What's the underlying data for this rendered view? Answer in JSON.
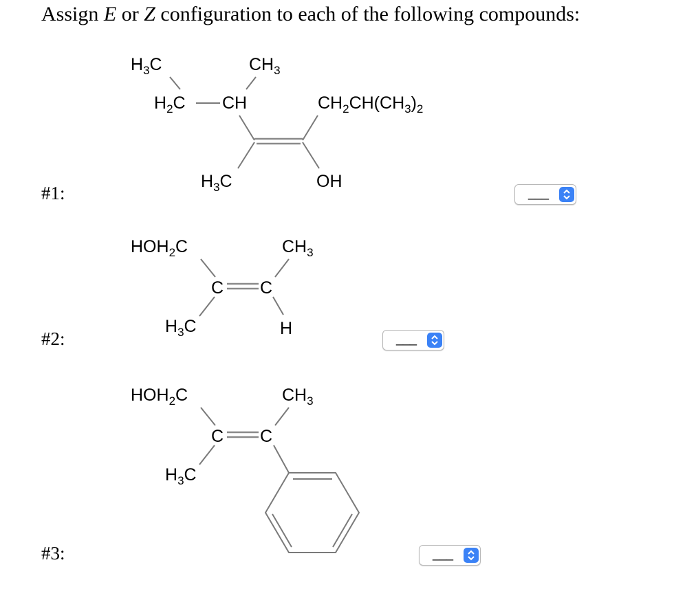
{
  "prompt": {
    "before_e": "Assign ",
    "e": "E",
    "middle": " or ",
    "z": "Z",
    "after_z": " configuration to each of the following compounds:"
  },
  "questions": [
    {
      "label": "#1:",
      "selected": "___"
    },
    {
      "label": "#2:",
      "selected": "___"
    },
    {
      "label": "#3:",
      "selected": "___"
    }
  ],
  "molecule1": {
    "h3c_top": "H",
    "h3c_top_sub": "3",
    "h3c_top_c": "C",
    "ch3_top": "CH",
    "ch3_top_sub": "3",
    "h2c": "H",
    "h2c_sub": "2",
    "h2c_c": "C",
    "ch": "CH",
    "right_group_a": "CH",
    "right_group_a_sub": "2",
    "right_group_b": "CH(CH",
    "right_group_b_sub": "3",
    "right_group_c": ")",
    "right_group_c_sub": "2",
    "h3c_bottom": "H",
    "h3c_bottom_sub": "3",
    "h3c_bottom_c": "C",
    "oh": "OH"
  },
  "molecule2": {
    "hoh2c": "HOH",
    "hoh2c_sub": "2",
    "hoh2c_c": "C",
    "ch3": "CH",
    "ch3_sub": "3",
    "c_left": "C",
    "c_right": "C",
    "h3c": "H",
    "h3c_sub": "3",
    "h3c_c": "C",
    "h": "H"
  },
  "molecule3": {
    "hoh2c": "HOH",
    "hoh2c_sub": "2",
    "hoh2c_c": "C",
    "ch3": "CH",
    "ch3_sub": "3",
    "c_left": "C",
    "c_right": "C",
    "h3c": "H",
    "h3c_sub": "3",
    "h3c_c": "C"
  }
}
